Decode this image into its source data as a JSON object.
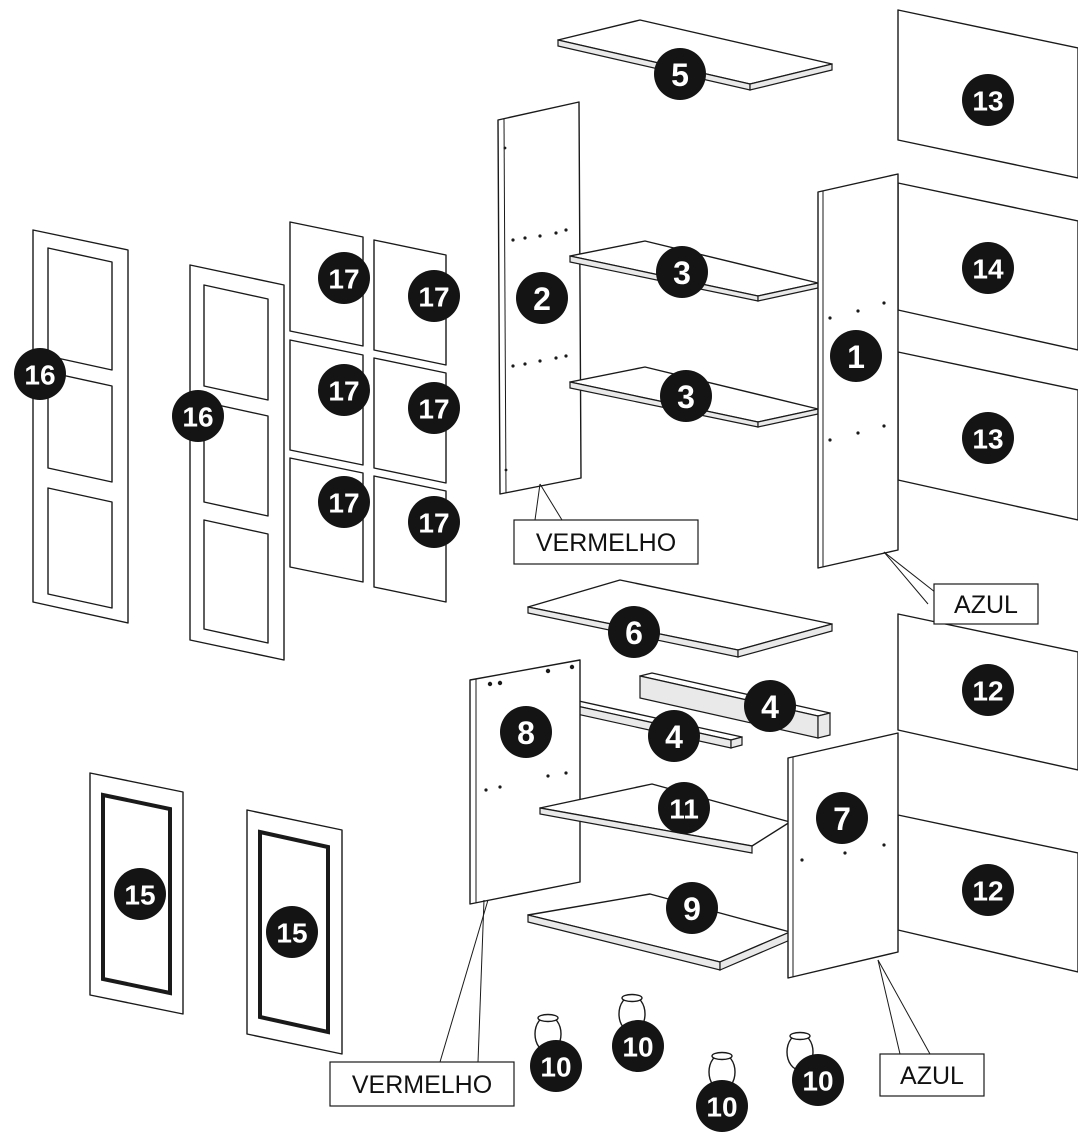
{
  "parts": {
    "p1": "1",
    "p2": "2",
    "p3a": "3",
    "p3b": "3",
    "p4a": "4",
    "p4b": "4",
    "p5": "5",
    "p6": "6",
    "p7": "7",
    "p8": "8",
    "p9": "9",
    "p10a": "10",
    "p10b": "10",
    "p10c": "10",
    "p10d": "10",
    "p11": "11",
    "p12a": "12",
    "p12b": "12",
    "p13a": "13",
    "p13b": "13",
    "p14": "14",
    "p15a": "15",
    "p15b": "15",
    "p16a": "16",
    "p16b": "16",
    "p17a": "17",
    "p17b": "17",
    "p17c": "17",
    "p17d": "17",
    "p17e": "17",
    "p17f": "17"
  },
  "labels": {
    "vermelho_top": "VERMELHO",
    "azul_top": "AZUL",
    "vermelho_bottom": "VERMELHO",
    "azul_bottom": "AZUL"
  },
  "colors": {
    "line": "#1a1a1a",
    "badge": "#141414",
    "badge_text": "#ffffff",
    "paper": "#ffffff"
  }
}
